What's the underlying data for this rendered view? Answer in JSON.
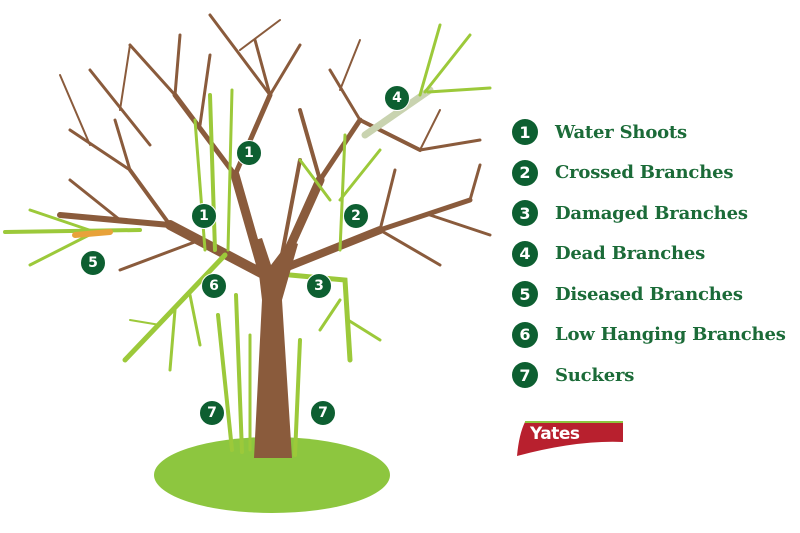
{
  "legend": {
    "items": [
      {
        "number": "1",
        "label": "Water Shoots"
      },
      {
        "number": "2",
        "label": "Crossed Branches"
      },
      {
        "number": "3",
        "label": "Damaged Branches"
      },
      {
        "number": "4",
        "label": "Dead Branches"
      },
      {
        "number": "5",
        "label": "Diseased Branches"
      },
      {
        "number": "6",
        "label": "Low Hanging Branches"
      },
      {
        "number": "7",
        "label": "Suckers"
      }
    ]
  },
  "tree_markers": [
    "1",
    "1",
    "2",
    "3",
    "4",
    "5",
    "6",
    "7",
    "7"
  ],
  "logo": {
    "text": "Yates"
  },
  "colors": {
    "trunk": "#8a5b3c",
    "green_shoot": "#9cc93a",
    "ground": "#8dc63f",
    "badge": "#0d5f31",
    "label_text": "#1b6b38",
    "dead_branch": "#c9d3b0",
    "diseased": "#e8a23a",
    "logo_red": "#b8202e"
  }
}
